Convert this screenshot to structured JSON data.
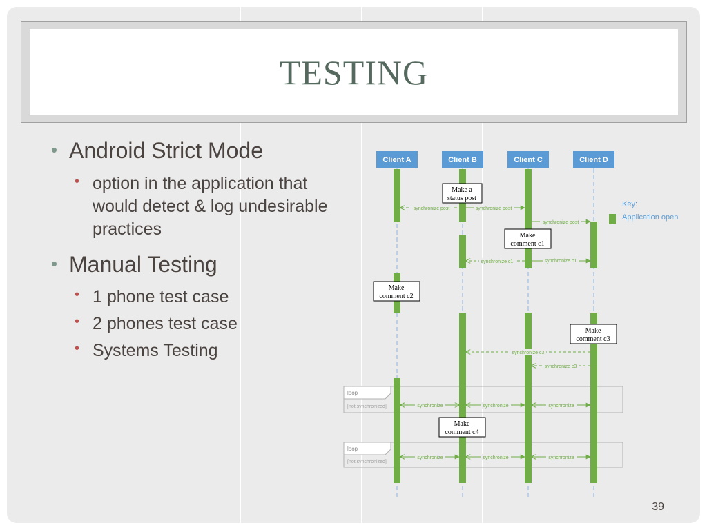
{
  "slide": {
    "title": "TESTING",
    "page_number": "39",
    "bullets": [
      {
        "text": "Android Strict Mode",
        "sub": [
          "option in the application that would detect & log undesirable practices"
        ]
      },
      {
        "text": "Manual Testing",
        "sub": [
          "1 phone test case",
          "2 phones test case",
          "Systems Testing"
        ]
      }
    ]
  },
  "diagram": {
    "clients": [
      "Client A",
      "Client B",
      "Client C",
      "Client D"
    ],
    "key_label": "Key:",
    "key_item": "Application open",
    "notes": {
      "status_post": [
        "Make a",
        "status post"
      ],
      "comment_c1": [
        "Make",
        "comment c1"
      ],
      "comment_c2": [
        "Make",
        "comment c2"
      ],
      "comment_c3": [
        "Make",
        "comment c3"
      ],
      "comment_c4": [
        "Make",
        "comment c4"
      ]
    },
    "messages": {
      "synchronize_post": "synchronize post",
      "synchronize_c1": "synchronize c1",
      "synchronize_c3": "synchronize c3",
      "synchronize": "synchronize"
    },
    "loop_label": "loop",
    "loop_condition": "[not synchronized]"
  },
  "colors": {
    "header_box": "#5b9bd5",
    "activation_bar": "#70ad47",
    "key_text": "#5b9bd5",
    "title_text": "#55695f",
    "bullet_l1": "#7f9a8c",
    "bullet_l2": "#c0504d"
  }
}
